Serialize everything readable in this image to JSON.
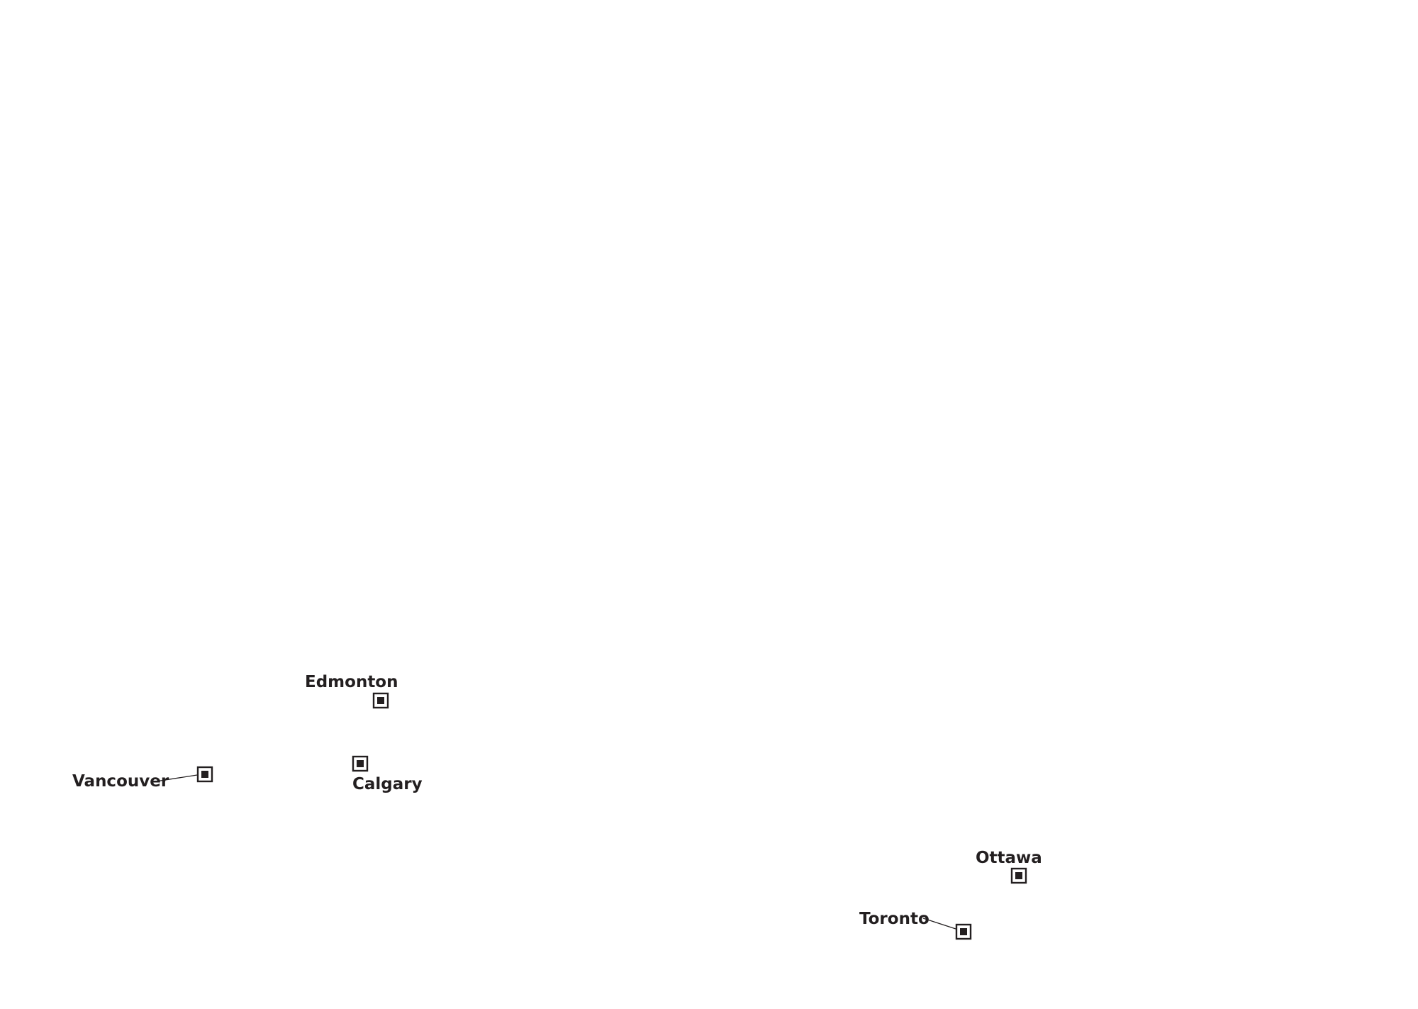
{
  "map": {
    "colors": {
      "ink": "#231f20",
      "background": "#ffffff"
    },
    "marker_icon": "square-dot-icon",
    "cities": [
      {
        "id": "edmonton",
        "name": "Edmonton"
      },
      {
        "id": "calgary",
        "name": "Calgary"
      },
      {
        "id": "vancouver",
        "name": "Vancouver"
      },
      {
        "id": "ottawa",
        "name": "Ottawa"
      },
      {
        "id": "toronto",
        "name": "Toronto"
      }
    ]
  }
}
